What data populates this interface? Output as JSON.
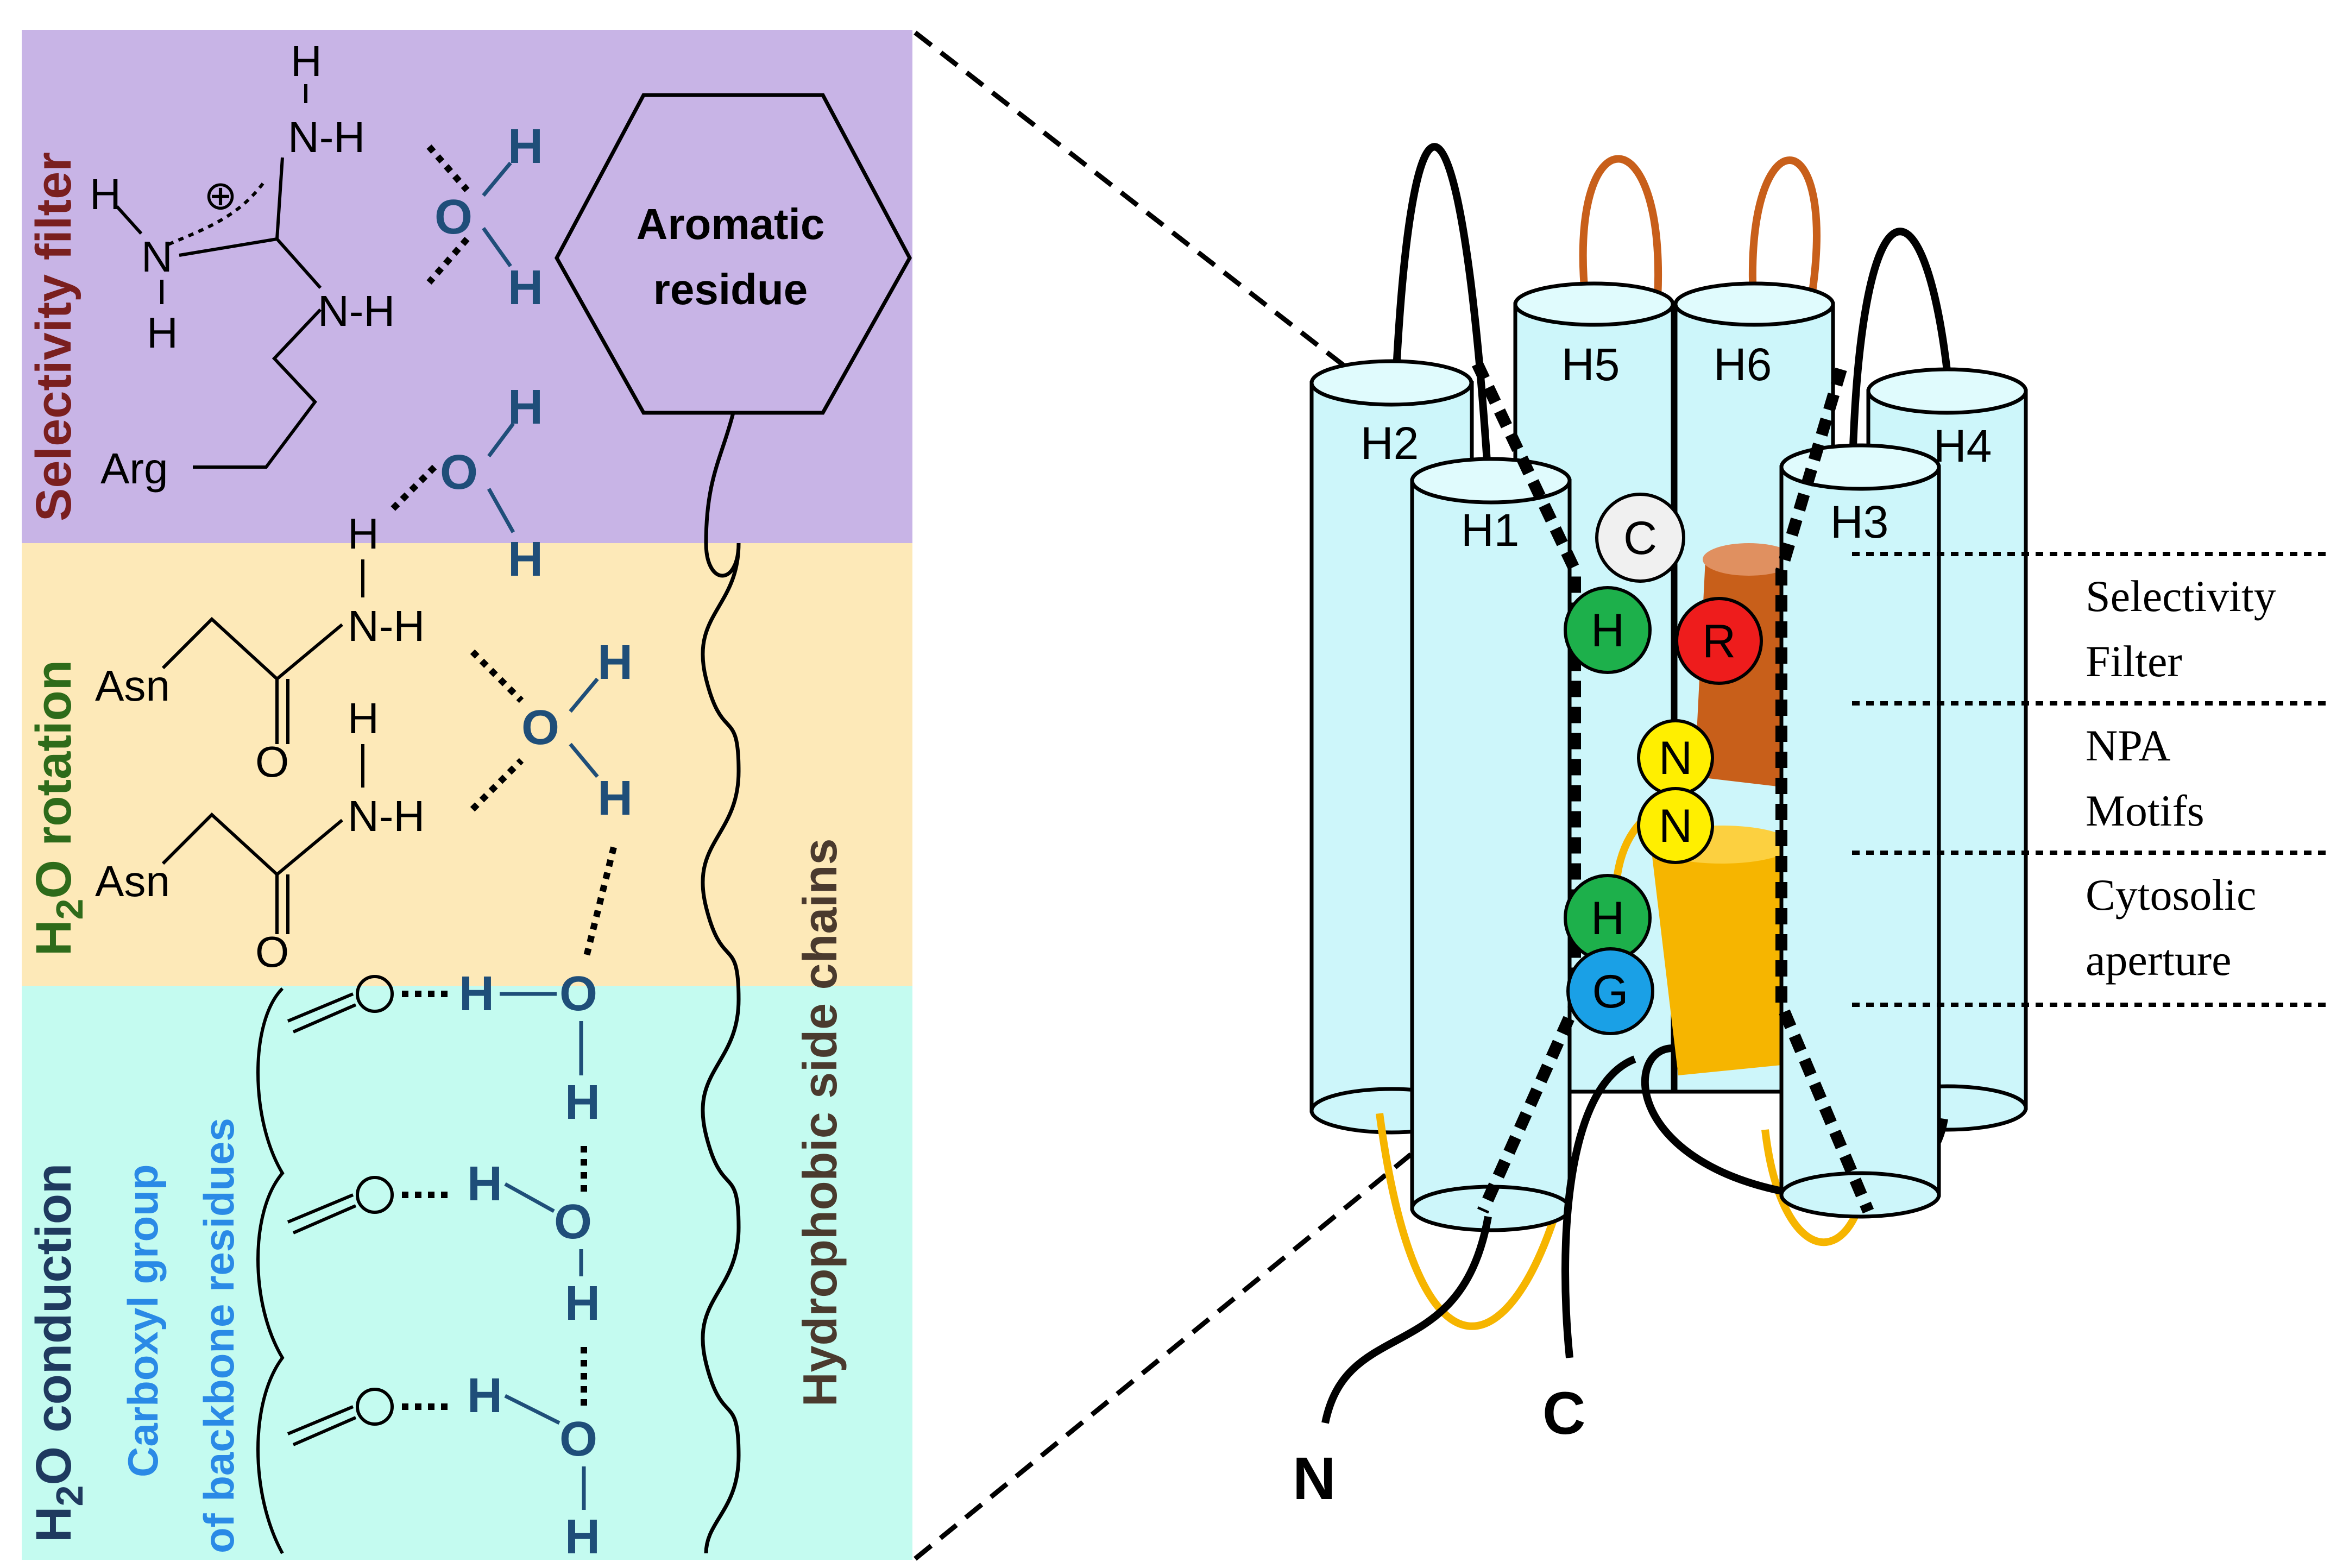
{
  "chemistry": {
    "bands": {
      "selectivity_filter": "Selectivity filter",
      "h2o_rotation_h2": "H",
      "h2o_rotation_sub": "2",
      "h2o_rotation_rest": "O rotation",
      "h2o_conduction_h2": "H",
      "h2o_conduction_sub": "2",
      "h2o_conduction_rest": "O conduction",
      "carboxyl_line1": "Carboxyl group",
      "carboxyl_line2": "of backbone residues",
      "hydrophobic": "Hydrophobic side chains"
    },
    "aromatic_line1": "Aromatic",
    "aromatic_line2": "residue",
    "arg": "Arg",
    "asn": "Asn",
    "nh": "N-H",
    "n": "N",
    "h": "H",
    "o": "O",
    "plus": "⊕"
  },
  "channel": {
    "helices": [
      "H1",
      "H2",
      "H3",
      "H4",
      "H5",
      "H6"
    ],
    "residues": [
      "C",
      "H",
      "R",
      "N",
      "N",
      "H",
      "G"
    ],
    "terminals": {
      "n": "N",
      "c": "C"
    },
    "region_labels": {
      "selectivity_1": "Selectivity",
      "selectivity_2": "Filter",
      "npa_1": "NPA",
      "npa_2": "Motifs",
      "cyto_1": "Cytosolic",
      "cyto_2": "aperture"
    }
  },
  "colors": {
    "selectivity_band": "#c8b4e6",
    "rotation_band": "#fde9b8",
    "conduction_band": "#c4fbf0",
    "selectivity_text": "#7a1f1f",
    "rotation_text": "#2e6b1a",
    "conduction_text": "#1f3a5f",
    "carboxyl_text": "#2a8ae6",
    "hydrophobic_text": "#4a3a2e",
    "water": "#1f4e79",
    "helix_fill": "#cdf6fa",
    "loop_orange": "#c85f1a",
    "loop_yellow": "#f6b500"
  }
}
